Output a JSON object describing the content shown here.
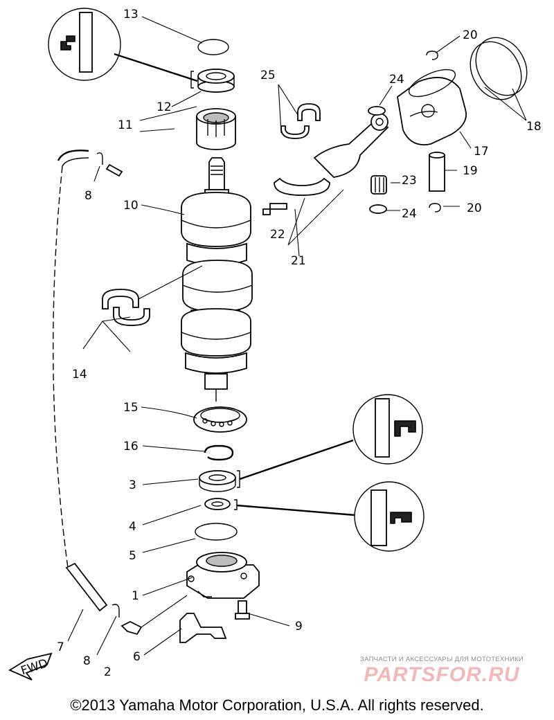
{
  "copyright": "©2013 Yamaha Motor Corporation, U.S.A. All rights reserved.",
  "watermark": {
    "tagline": "ЗАПЧАСТИ И АКСЕССУАРЫ ДЛЯ МОТОТЕХНИКИ",
    "logo": "PARTSFOR.RU"
  },
  "fwd_label": "FWD",
  "parts": [
    {
      "num": "1"
    },
    {
      "num": "2"
    },
    {
      "num": "3"
    },
    {
      "num": "4"
    },
    {
      "num": "5"
    },
    {
      "num": "6"
    },
    {
      "num": "7"
    },
    {
      "num": "8"
    },
    {
      "num": "9"
    },
    {
      "num": "10"
    },
    {
      "num": "11"
    },
    {
      "num": "12"
    },
    {
      "num": "13"
    },
    {
      "num": "14"
    },
    {
      "num": "15"
    },
    {
      "num": "16"
    },
    {
      "num": "17"
    },
    {
      "num": "18"
    },
    {
      "num": "19"
    },
    {
      "num": "20"
    },
    {
      "num": "21"
    },
    {
      "num": "22"
    },
    {
      "num": "23"
    },
    {
      "num": "24"
    },
    {
      "num": "25"
    }
  ],
  "colors": {
    "line": "#000000",
    "watermark_logo": "#f2b8b8",
    "watermark_text": "#8a8a8a"
  }
}
